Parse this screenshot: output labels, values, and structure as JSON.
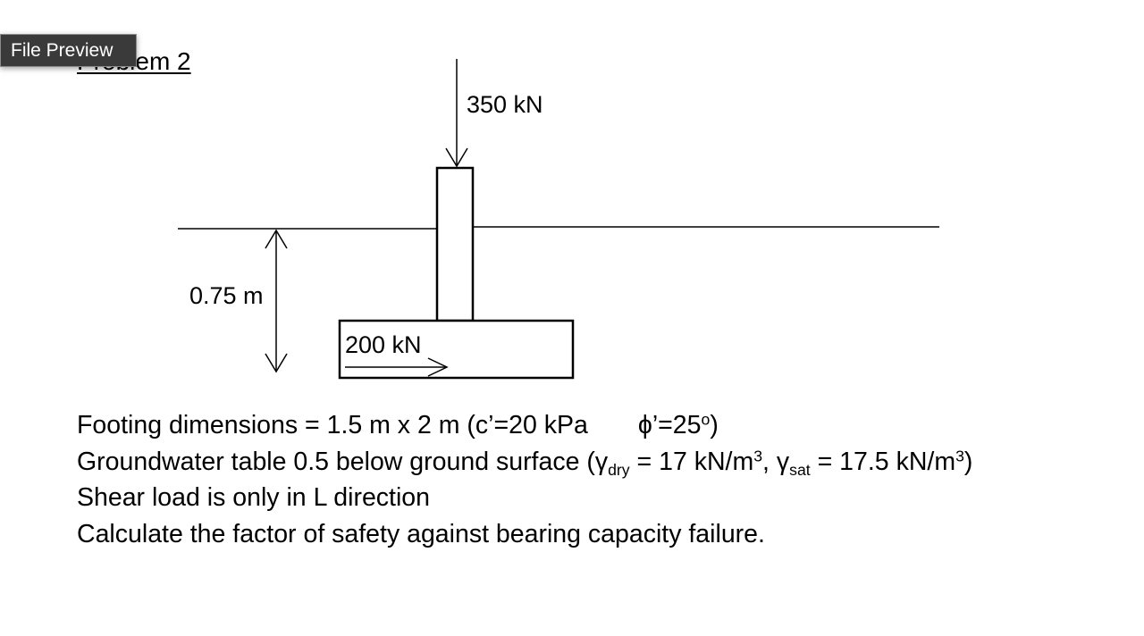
{
  "preview_label": "File Preview",
  "problem_title": "Problem 2",
  "diagram": {
    "vertical_load": "350 kN",
    "horizontal_load": "200 kN",
    "depth": "0.75 m"
  },
  "statements": {
    "line1_a": "Footing dimensions = 1.5 m x 2 m (c’=20 kPa",
    "line1_b": "ϕ’=25",
    "line1_b_sup": "o",
    "line1_c": ")",
    "line2_a": "Groundwater table 0.5 below ground surface (γ",
    "line2_a_sub": "dry",
    "line2_b": " = 17 kN/m",
    "line2_b_sup": "3",
    "line2_c": ", γ",
    "line2_c_sub": "sat",
    "line2_d": " = 17.5 kN/m",
    "line2_d_sup": "3",
    "line2_e": ")",
    "line3": "Shear load is only in L direction",
    "line4": "Calculate the factor of safety against bearing capacity failure."
  }
}
